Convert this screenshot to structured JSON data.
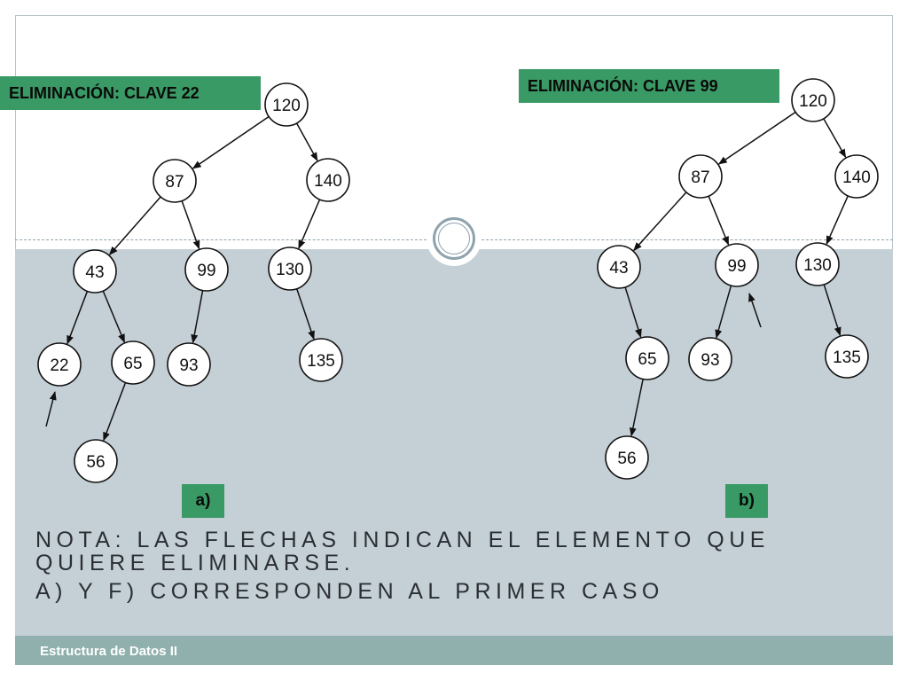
{
  "slide": {
    "title_a": "ELIMINACIÓN: CLAVE 22",
    "title_b": "ELIMINACIÓN: CLAVE 99",
    "caption_a": "a)",
    "caption_b": "b)",
    "note_line1": "Nota: las flechas indican el elemento que quiere eliminarse.",
    "note_line2": "a) y f) corresponden al primer caso",
    "footer": "Estructura de Datos II"
  },
  "colors": {
    "label_green": "#3a9a65",
    "band": "#c5d0d6",
    "footer": "#8fb0ac"
  },
  "tree_a": {
    "nodes": [
      "120",
      "87",
      "140",
      "43",
      "99",
      "130",
      "22",
      "65",
      "93",
      "135",
      "56"
    ],
    "edges": [
      [
        "120",
        "87"
      ],
      [
        "120",
        "140"
      ],
      [
        "87",
        "43"
      ],
      [
        "87",
        "99"
      ],
      [
        "140",
        "130"
      ],
      [
        "43",
        "22"
      ],
      [
        "43",
        "65"
      ],
      [
        "99",
        "93"
      ],
      [
        "130",
        "135"
      ],
      [
        "65",
        "56"
      ]
    ],
    "marked": "22"
  },
  "tree_b": {
    "nodes": [
      "120",
      "87",
      "140",
      "43",
      "99",
      "130",
      "65",
      "93",
      "135",
      "56"
    ],
    "edges": [
      [
        "120",
        "87"
      ],
      [
        "120",
        "140"
      ],
      [
        "87",
        "43"
      ],
      [
        "87",
        "99"
      ],
      [
        "140",
        "130"
      ],
      [
        "43",
        "65"
      ],
      [
        "99",
        "93"
      ],
      [
        "130",
        "135"
      ],
      [
        "65",
        "56"
      ]
    ],
    "marked": "99"
  }
}
